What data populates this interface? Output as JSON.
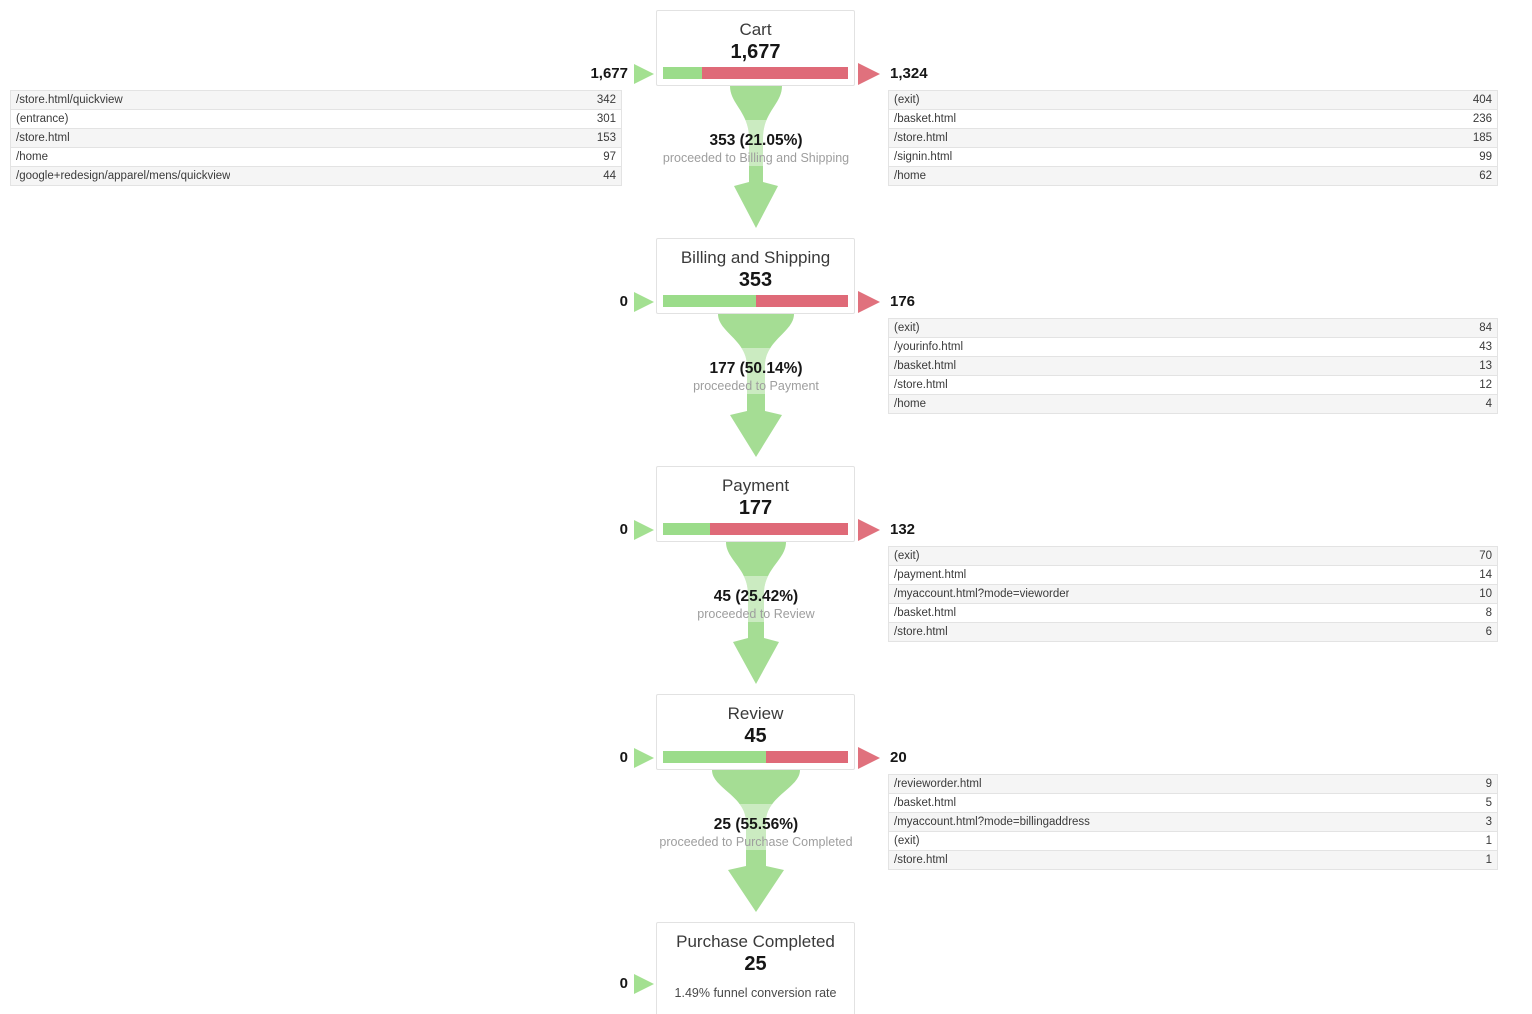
{
  "chart_data": {
    "type": "funnel",
    "stages": [
      {
        "title": "Cart",
        "count": "1,677",
        "count_value": 1677,
        "entering": "1,677",
        "exiting": "1,324",
        "green_pct": 21.05,
        "entrance_rows": [
          {
            "label": "/store.html/quickview",
            "value": "342"
          },
          {
            "label": "(entrance)",
            "value": "301"
          },
          {
            "label": "/store.html",
            "value": "153"
          },
          {
            "label": "/home",
            "value": "97"
          },
          {
            "label": "/google+redesign/apparel/mens/quickview",
            "value": "44"
          }
        ],
        "exit_rows": [
          {
            "label": "(exit)",
            "value": "404"
          },
          {
            "label": "/basket.html",
            "value": "236"
          },
          {
            "label": "/store.html",
            "value": "185"
          },
          {
            "label": "/signin.html",
            "value": "99"
          },
          {
            "label": "/home",
            "value": "62"
          }
        ]
      },
      {
        "title": "Billing and Shipping",
        "count": "353",
        "count_value": 353,
        "entering": "0",
        "exiting": "176",
        "green_pct": 50.14,
        "exit_rows": [
          {
            "label": "(exit)",
            "value": "84"
          },
          {
            "label": "/yourinfo.html",
            "value": "43"
          },
          {
            "label": "/basket.html",
            "value": "13"
          },
          {
            "label": "/store.html",
            "value": "12"
          },
          {
            "label": "/home",
            "value": "4"
          }
        ]
      },
      {
        "title": "Payment",
        "count": "177",
        "count_value": 177,
        "entering": "0",
        "exiting": "132",
        "green_pct": 25.42,
        "exit_rows": [
          {
            "label": "(exit)",
            "value": "70"
          },
          {
            "label": "/payment.html",
            "value": "14"
          },
          {
            "label": "/myaccount.html?mode=vieworder",
            "value": "10"
          },
          {
            "label": "/basket.html",
            "value": "8"
          },
          {
            "label": "/store.html",
            "value": "6"
          }
        ]
      },
      {
        "title": "Review",
        "count": "45",
        "count_value": 45,
        "entering": "0",
        "exiting": "20",
        "green_pct": 55.56,
        "exit_rows": [
          {
            "label": "/revieworder.html",
            "value": "9"
          },
          {
            "label": "/basket.html",
            "value": "5"
          },
          {
            "label": "/myaccount.html?mode=billingaddress",
            "value": "3"
          },
          {
            "label": "(exit)",
            "value": "1"
          },
          {
            "label": "/store.html",
            "value": "1"
          }
        ]
      },
      {
        "title": "Purchase Completed",
        "count": "25",
        "count_value": 25,
        "entering": "0",
        "note": "1.49% funnel conversion rate"
      }
    ],
    "connectors": [
      {
        "headline": "353 (21.05%)",
        "subline": "proceeded to Billing and Shipping",
        "proceeded": 353,
        "pct": 21.05
      },
      {
        "headline": "177 (50.14%)",
        "subline": "proceeded to Payment",
        "proceeded": 177,
        "pct": 50.14
      },
      {
        "headline": "45 (25.42%)",
        "subline": "proceeded to Review",
        "proceeded": 45,
        "pct": 25.42
      },
      {
        "headline": "25 (55.56%)",
        "subline": "proceeded to Purchase Completed",
        "proceeded": 25,
        "pct": 55.56
      }
    ],
    "colors": {
      "continued_green": "#9bdc8a",
      "abandoned_red": "#df6a78",
      "funnel_green": "#a5dd94",
      "arrow_green": "#a3e091",
      "arrow_red": "#e0717d"
    }
  }
}
